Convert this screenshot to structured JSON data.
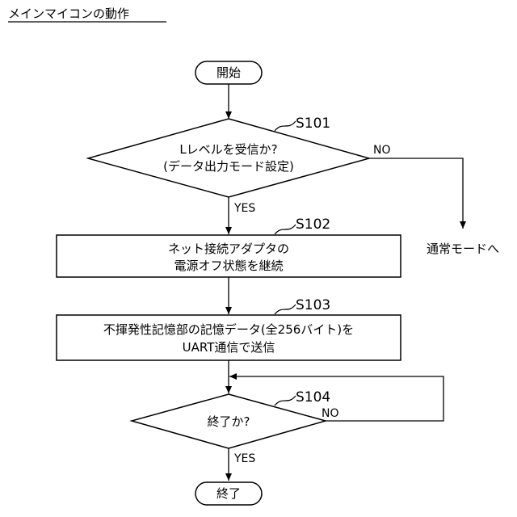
{
  "title": "メインマイコンの動作",
  "nodes": {
    "start": "開始",
    "s101_line1": "Lレベルを受信か?",
    "s101_line2": "(データ出力モード設定)",
    "s102_line1": "ネット接続アダプタの",
    "s102_line2": "電源オフ状態を継続",
    "s103_line1": "不揮発性記憶部の記憶データ(全256バイト)を",
    "s103_line2": "UART通信で送信",
    "s104": "終了か?",
    "end": "終了",
    "normal_mode": "通常モードへ"
  },
  "steps": {
    "s101": "S101",
    "s102": "S102",
    "s103": "S103",
    "s104": "S104"
  },
  "edges": {
    "s101_no": "NO",
    "s101_yes": "YES",
    "s104_no": "NO",
    "s104_yes": "YES"
  }
}
